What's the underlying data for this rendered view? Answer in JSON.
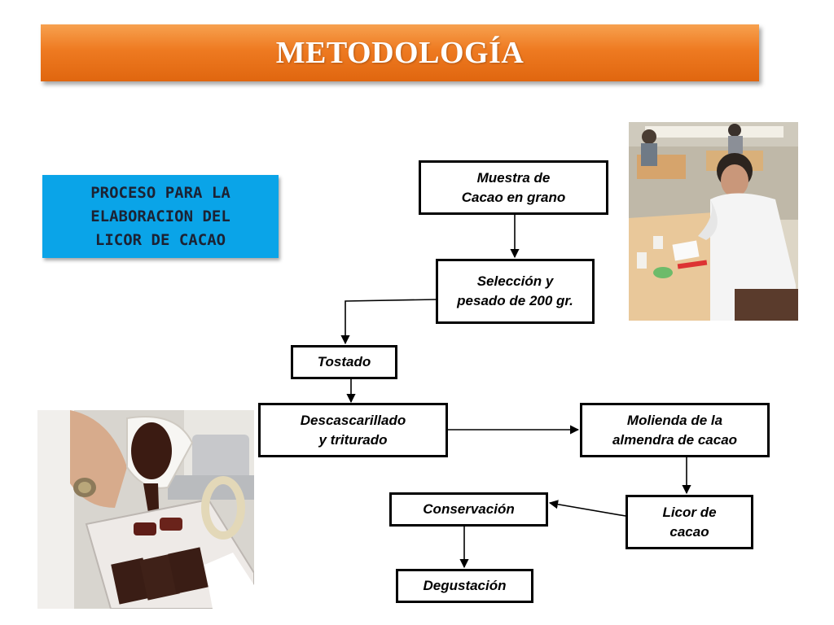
{
  "header": {
    "title": "METODOLOGÍA"
  },
  "process": {
    "title_lines": [
      "PROCESO PARA LA",
      "ELABORACION DEL",
      "LICOR DE CACAO"
    ]
  },
  "steps": {
    "muestra": [
      "Muestra de",
      "Cacao en grano"
    ],
    "seleccion": [
      "Selección y",
      "pesado de 200 gr."
    ],
    "tostado": [
      "Tostado"
    ],
    "descascarillado": [
      "Descascarillado",
      "y triturado"
    ],
    "molienda": [
      "Molienda de la",
      "almendra de cacao"
    ],
    "licor": [
      "Licor de",
      "cacao"
    ],
    "conservacion": [
      "Conservación"
    ],
    "degustacion": [
      "Degustación"
    ]
  },
  "colors": {
    "banner": "#ee7a21",
    "process_box": "#0aa4e8",
    "process_text": "#1c2233"
  },
  "photos": {
    "top_right": "sensory-tasting-panel-photo",
    "bottom_left": "chocolate-molding-photo"
  }
}
